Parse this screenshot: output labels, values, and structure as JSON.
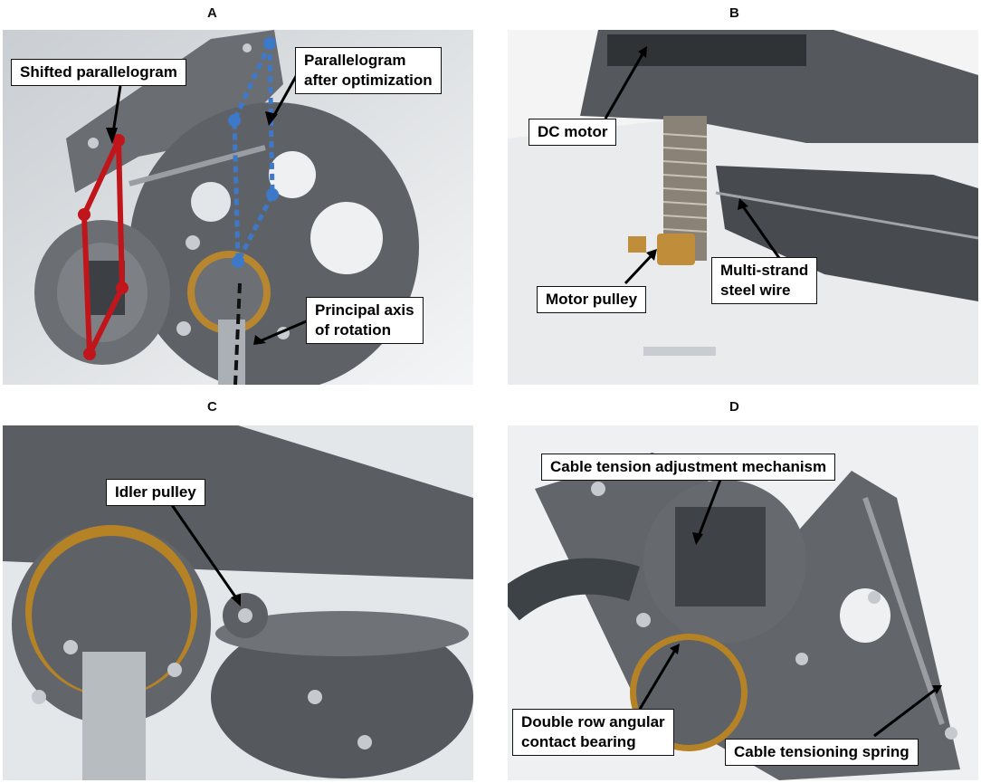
{
  "panels": [
    {
      "letter": "A",
      "labels": {
        "shifted": "Shifted parallelogram",
        "optimized": [
          "Parallelogram",
          "after optimization"
        ],
        "axis": [
          "Principal axis",
          "of rotation"
        ]
      }
    },
    {
      "letter": "B",
      "labels": {
        "motor": "DC motor",
        "pulley": "Motor pulley",
        "wire": [
          "Multi-strand",
          "steel wire"
        ]
      }
    },
    {
      "letter": "C",
      "labels": {
        "idler": "Idler pulley"
      }
    },
    {
      "letter": "D",
      "labels": {
        "tension": "Cable tension adjustment mechanism",
        "bearing": [
          "Double row angular",
          "contact bearing"
        ],
        "spring": "Cable tensioning spring"
      }
    }
  ],
  "colors": {
    "red_linkage": "#c0161b",
    "blue_linkage": "#3d78c9",
    "axis_line": "#111111",
    "part_grey": "#5d6166",
    "background_light": "#eceff1"
  }
}
